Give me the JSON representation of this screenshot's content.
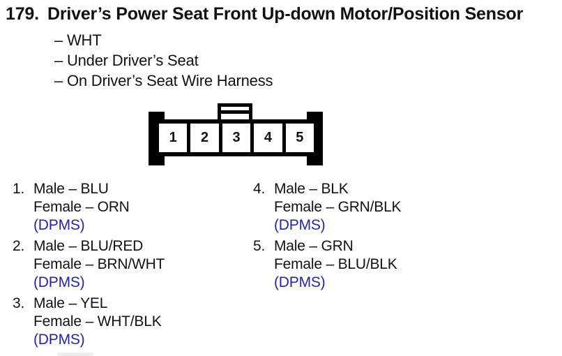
{
  "page": {
    "section_number": "179.",
    "title": "Driver’s Power Seat Front Up-down Motor/Position Sensor",
    "attributes": [
      "– WHT",
      "– Under Driver’s Seat",
      "– On Driver’s Seat Wire Harness"
    ]
  },
  "connector": {
    "pins": [
      "1",
      "2",
      "3",
      "4",
      "5"
    ]
  },
  "pin_list": {
    "left_column": [
      {
        "number": "1.",
        "male": "Male – BLU",
        "female": "Female – ORN",
        "note": "(DPMS)"
      },
      {
        "number": "2.",
        "male": "Male – BLU/RED",
        "female": "Female – BRN/WHT",
        "note": "(DPMS)"
      },
      {
        "number": "3.",
        "male": "Male – YEL",
        "female": "Female – WHT/BLK",
        "note": "(DPMS)"
      }
    ],
    "right_column": [
      {
        "number": "4.",
        "male": "Male – BLK",
        "female": "Female – GRN/BLK",
        "note": "(DPMS)"
      },
      {
        "number": "5.",
        "male": "Male – GRN",
        "female": "Female – BLU/BLK",
        "note": "(DPMS)"
      }
    ]
  },
  "colors": {
    "text": "#111111",
    "note_blue": "#2323aa",
    "background": "#ffffff"
  }
}
